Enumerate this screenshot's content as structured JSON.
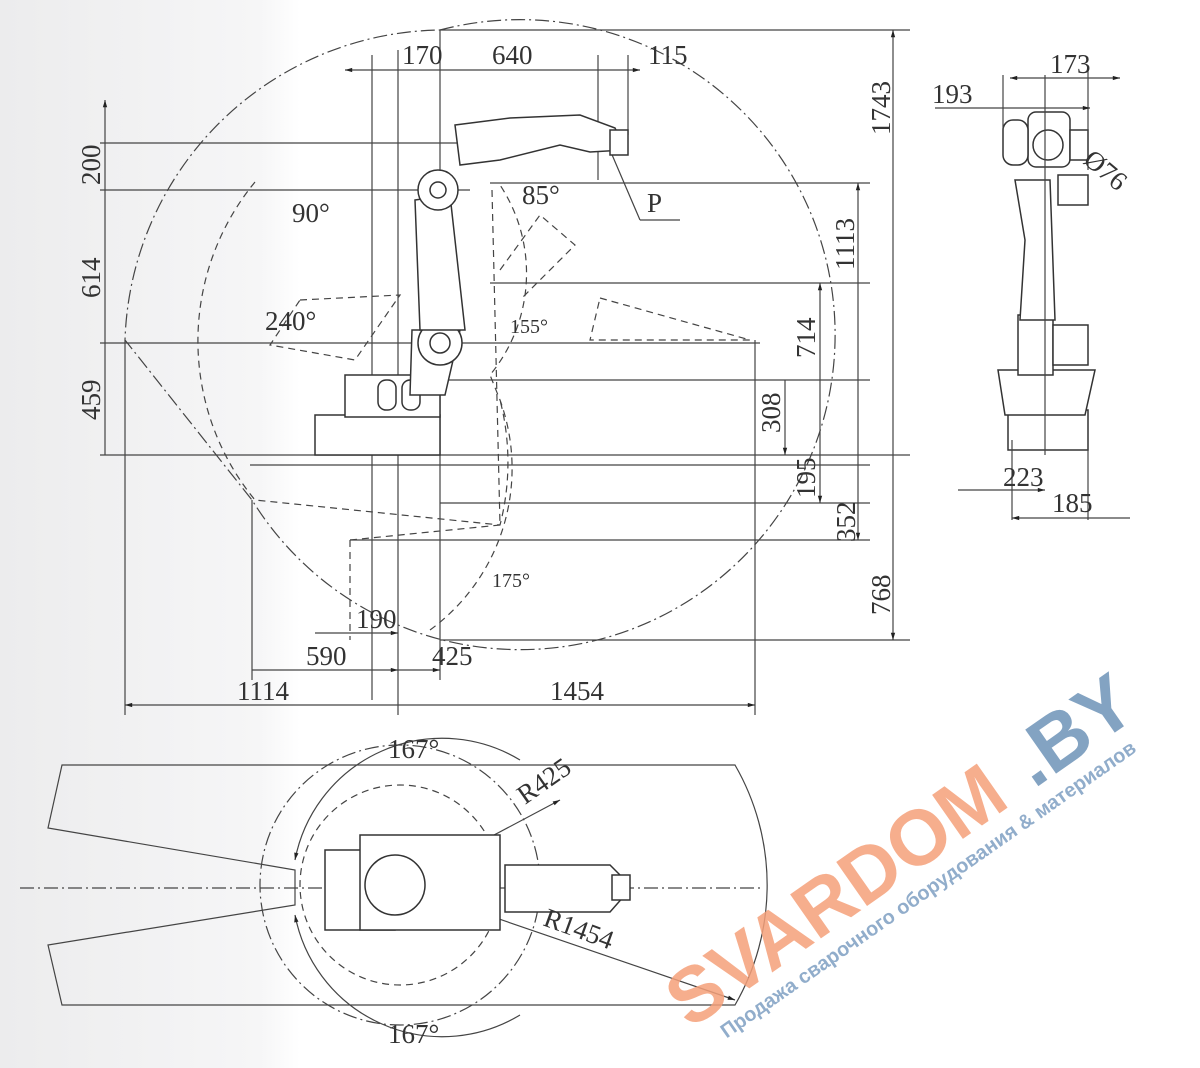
{
  "side_view": {
    "top_dims": [
      "170",
      "640",
      "115"
    ],
    "left_dims": [
      "200",
      "614",
      "459"
    ],
    "right_dims": [
      "1743",
      "1113",
      "714",
      "308",
      "195",
      "352",
      "768"
    ],
    "bottom_dims": [
      "190",
      "590",
      "425",
      "1114",
      "1454"
    ],
    "angles": [
      "90°",
      "85°",
      "240°",
      "155°",
      "175°"
    ],
    "point_label": "P"
  },
  "end_view": {
    "dims": [
      "173",
      "193",
      "Ø76",
      "223",
      "185"
    ]
  },
  "top_view": {
    "angles": [
      "167°",
      "167°"
    ],
    "radii": [
      "R425",
      "R1454"
    ]
  },
  "watermark": {
    "brand": "SVARDOM",
    "brand_suffix": ".BY",
    "tagline": "Продажа сварочного оборудования & материалов",
    "brand_color": "#f5a07a",
    "suffix_color": "#6e93b8"
  }
}
